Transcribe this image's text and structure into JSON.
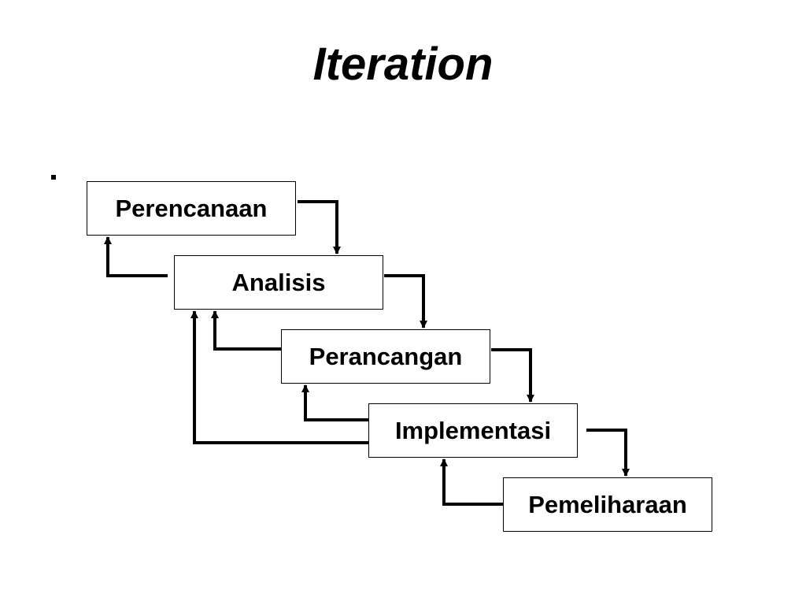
{
  "slide": {
    "title": "Iteration"
  },
  "diagram": {
    "phases": [
      {
        "label": "Perencanaan"
      },
      {
        "label": "Analisis"
      },
      {
        "label": "Perancangan"
      },
      {
        "label": "Implementasi"
      },
      {
        "label": "Pemeliharaan"
      }
    ],
    "colors": {
      "line": "#000000",
      "box_fill": "#ffffff"
    }
  }
}
